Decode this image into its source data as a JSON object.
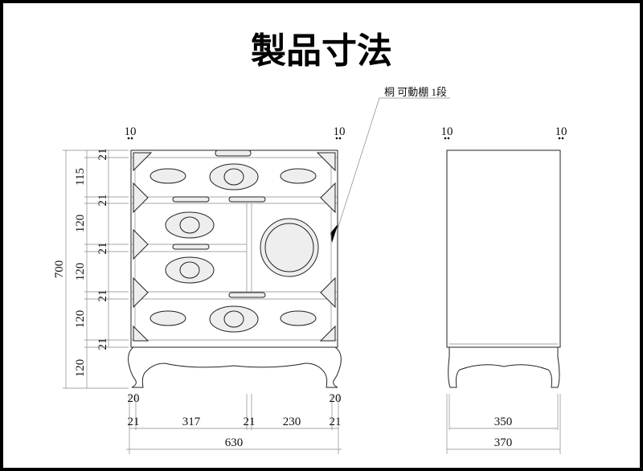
{
  "title": "製品寸法",
  "annotation": "桐 可動棚 1段",
  "front_view": {
    "top_dims": [
      "10",
      "10"
    ],
    "left_dims_inner": [
      "21",
      "21",
      "21",
      "21",
      "21"
    ],
    "left_dims_middle": [
      "115",
      "120",
      "120",
      "120",
      "120"
    ],
    "left_dim_total": "700",
    "bottom_dims": {
      "row1": [
        "20",
        "20"
      ],
      "row2": [
        "21",
        "317",
        "21",
        "230",
        "21"
      ],
      "total": "630"
    }
  },
  "side_view": {
    "top_dims": [
      "10",
      "10"
    ],
    "inner_width": "350",
    "total_width": "370"
  }
}
